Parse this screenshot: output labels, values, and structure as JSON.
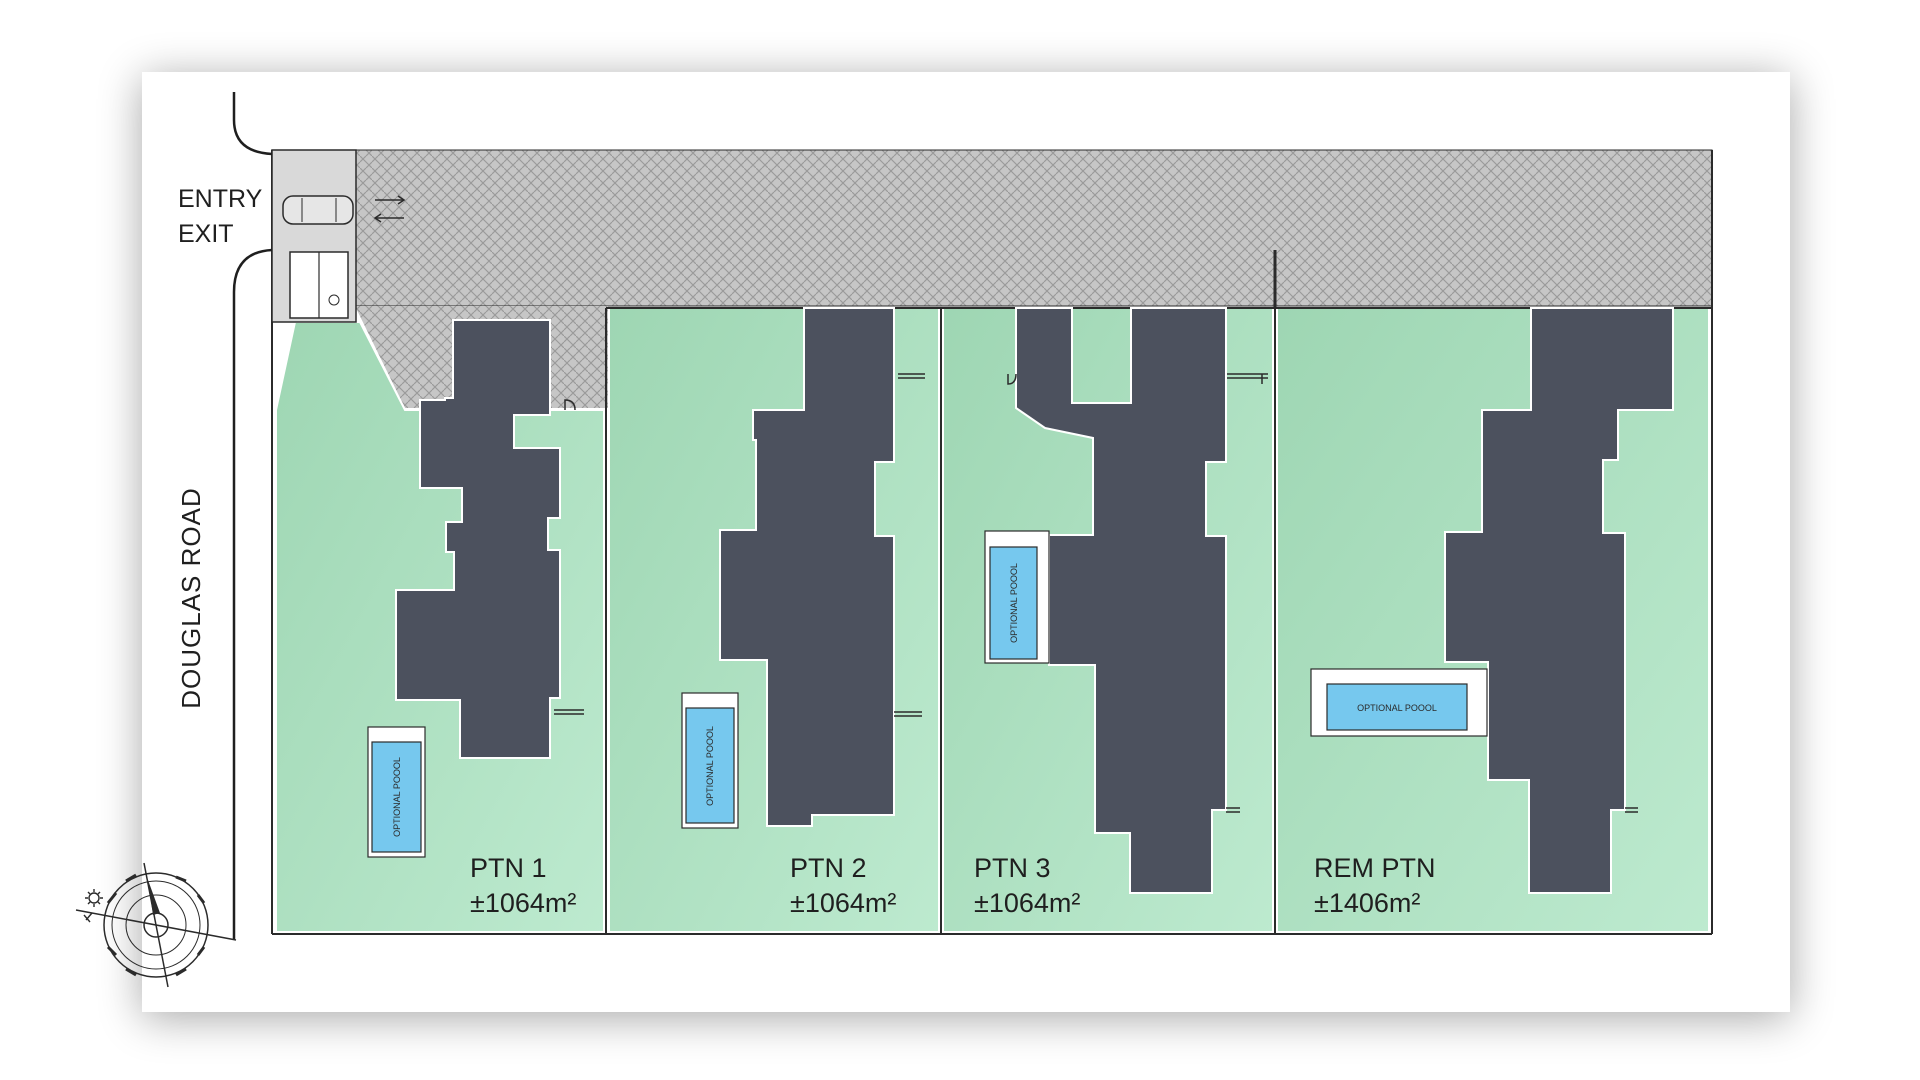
{
  "colors": {
    "lot_green_dark": "#a2dab8",
    "lot_green_light": "#b6e6c9",
    "building": "#4c515e",
    "pool": "#76c8ee",
    "paving": "#c4c4c4",
    "outline": "#2b2b2b"
  },
  "access": {
    "entry": "ENTRY",
    "exit": "EXIT",
    "road": "DOUGLAS ROAD"
  },
  "portions": [
    {
      "label": "PTN 1",
      "area": "±1064m²",
      "pool_label": "OPTIONAL POOOL"
    },
    {
      "label": "PTN 2",
      "area": "±1064m²",
      "pool_label": "OPTIONAL POOOL"
    },
    {
      "label": "PTN 3",
      "area": "±1064m²",
      "pool_label": "OPTIONAL POOOL"
    },
    {
      "label": "REM PTN",
      "area": "±1406m²",
      "pool_label": "OPTIONAL POOOL"
    }
  ],
  "icons": {
    "north_point": "compass-rose-icon",
    "vehicle": "car-icon",
    "gatehouse": "gatehouse-icon"
  }
}
